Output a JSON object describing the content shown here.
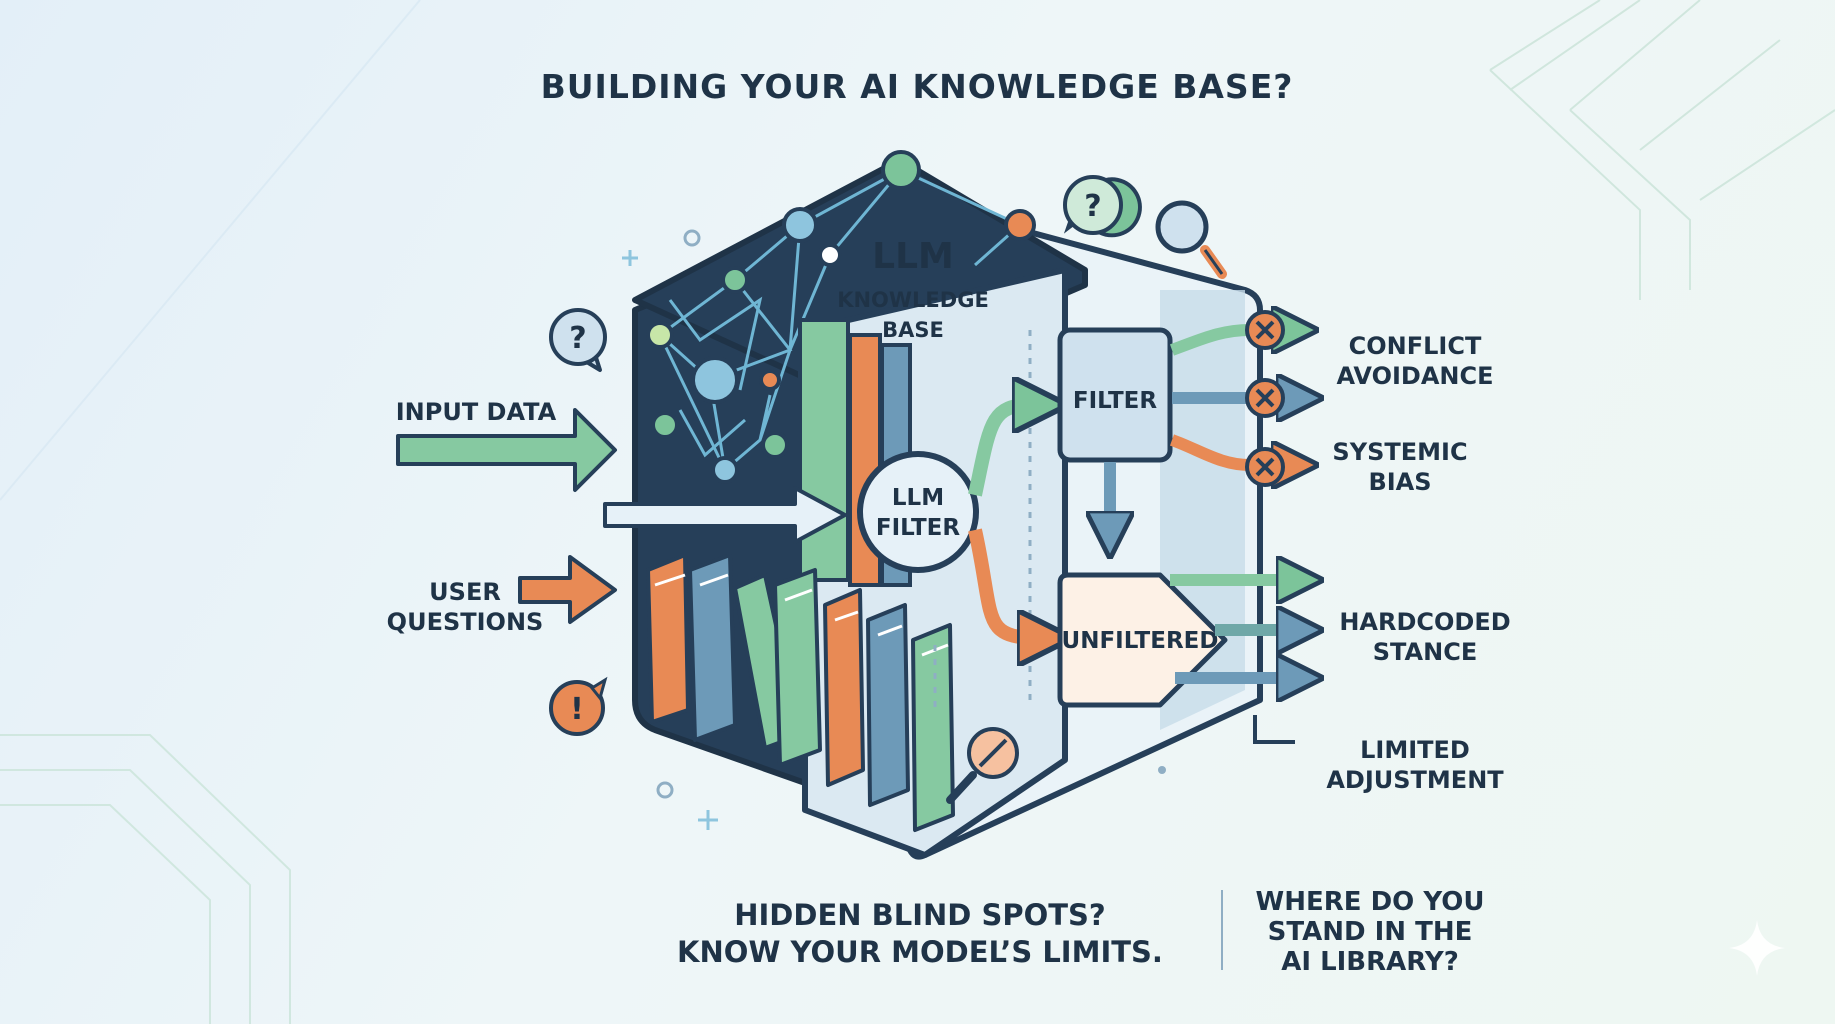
{
  "title": "BUILDING YOUR AI KNOWLEDGE BASE?",
  "cube": {
    "line1": "LLM",
    "line2": "KNOWLEDGE",
    "line3": "BASE",
    "filter_line1": "LLM",
    "filter_line2": "FILTER"
  },
  "inputs": {
    "input_data": "INPUT DATA",
    "user_line1": "USER",
    "user_line2": "QUESTIONS"
  },
  "boxes": {
    "filter": "FILTER",
    "unfiltered": "UNFILTERED"
  },
  "outputs": {
    "conflict_line1": "CONFLICT",
    "conflict_line2": "AVOIDANCE",
    "bias_line1": "SYSTEMIC",
    "bias_line2": "BIAS",
    "hardcoded_line1": "HARDCODED",
    "hardcoded_line2": "STANCE",
    "limited_line1": "LIMITED",
    "limited_line2": "ADJUSTMENT"
  },
  "footer": {
    "left_line1": "HIDDEN BLIND SPOTS?",
    "left_line2": "KNOW YOUR MODEL’S LIMITS.",
    "right_line1": "WHERE DO YOU",
    "right_line2": "STAND IN THE",
    "right_line3": "AI LIBRARY?"
  },
  "icons": {
    "question": "?",
    "exclamation": "!",
    "cross": "✕"
  },
  "colors": {
    "green": "#7cc49a",
    "orange": "#e88a55",
    "blue": "#6d9ab8",
    "navy": "#263f59",
    "ink": "#1f3347"
  }
}
